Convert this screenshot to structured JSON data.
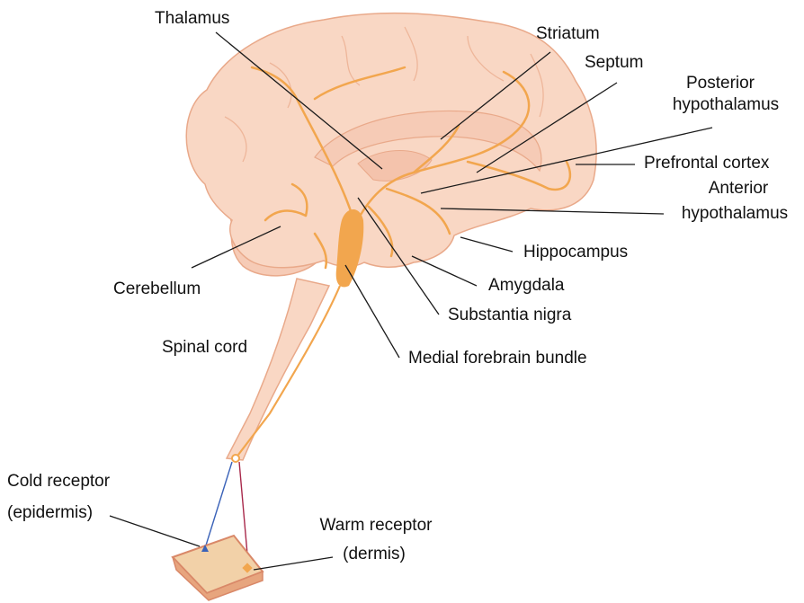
{
  "labels": {
    "thalamus": "Thalamus",
    "striatum": "Striatum",
    "septum": "Septum",
    "posterior_hypothalamus_1": "Posterior",
    "posterior_hypothalamus_2": "hypothalamus",
    "prefrontal_cortex": "Prefrontal cortex",
    "anterior_hypothalamus_1": "Anterior",
    "anterior_hypothalamus_2": "hypothalamus",
    "hippocampus": "Hippocampus",
    "amygdala": "Amygdala",
    "substantia_nigra": "Substantia nigra",
    "medial_forebrain_bundle": "Medial forebrain bundle",
    "cerebellum": "Cerebellum",
    "spinal_cord": "Spinal cord",
    "cold_receptor_1": "Cold receptor",
    "cold_receptor_2": "(epidermis)",
    "warm_receptor_1": "Warm receptor",
    "warm_receptor_2": "(dermis)"
  },
  "colors": {
    "brain_fill": "#f9d7c4",
    "brain_outline": "#e9a98a",
    "pathway": "#f2a64e",
    "skin_top": "#f2d1a8",
    "skin_edge": "#d98868",
    "cold_fiber": "#3a62b8",
    "warm_fiber": "#a8284a",
    "leader_line": "#1a1a1a"
  }
}
